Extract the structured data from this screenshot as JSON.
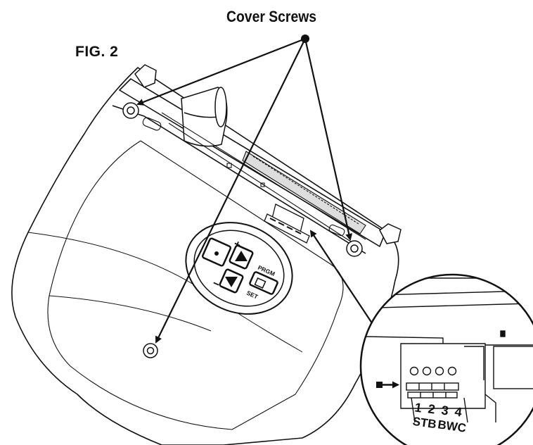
{
  "figure": {
    "label": "FIG. 2",
    "callout": "Cover Screws"
  },
  "keypad": {
    "plus": "+",
    "minus": "−",
    "program": "PRGM",
    "set": "SET"
  },
  "inset": {
    "terminal_numbers": [
      "1",
      "2",
      "3",
      "4"
    ],
    "terminal_groups": [
      "STB",
      "BWC"
    ]
  },
  "colors": {
    "line": "#111111",
    "fill": "#ffffff"
  }
}
